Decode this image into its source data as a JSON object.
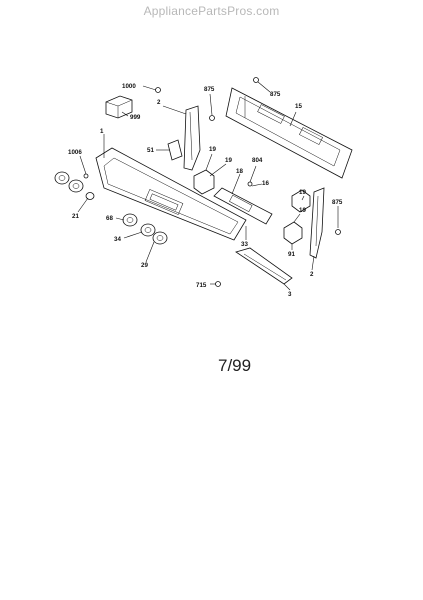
{
  "header": {
    "watermark": "AppliancePartsPros.com"
  },
  "footer": {
    "date_code": "7/99"
  },
  "callouts": [
    "1000",
    "2",
    "875",
    "875",
    "15",
    "999",
    "1",
    "51",
    "19",
    "19",
    "804",
    "18",
    "16",
    "1006",
    "19",
    "875",
    "21",
    "68",
    "19",
    "34",
    "29",
    "33",
    "91",
    "2",
    "715",
    "3"
  ]
}
